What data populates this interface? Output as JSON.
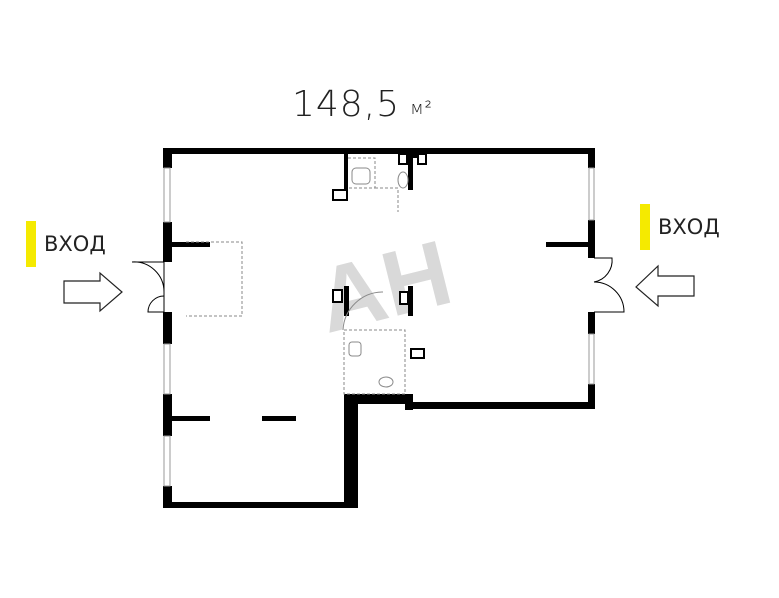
{
  "plan": {
    "area_value": "148,5",
    "area_unit": "м²",
    "entrance_left_label": "ВХОД",
    "entrance_right_label": "ВХОД",
    "watermark_text": "АН"
  },
  "colors": {
    "wall": "#000000",
    "accent_yellow": "#f5ea00",
    "window": "#9a9a9a",
    "fixture": "#8a8a8a",
    "watermark": "#d9d9d9",
    "text": "#222222"
  }
}
